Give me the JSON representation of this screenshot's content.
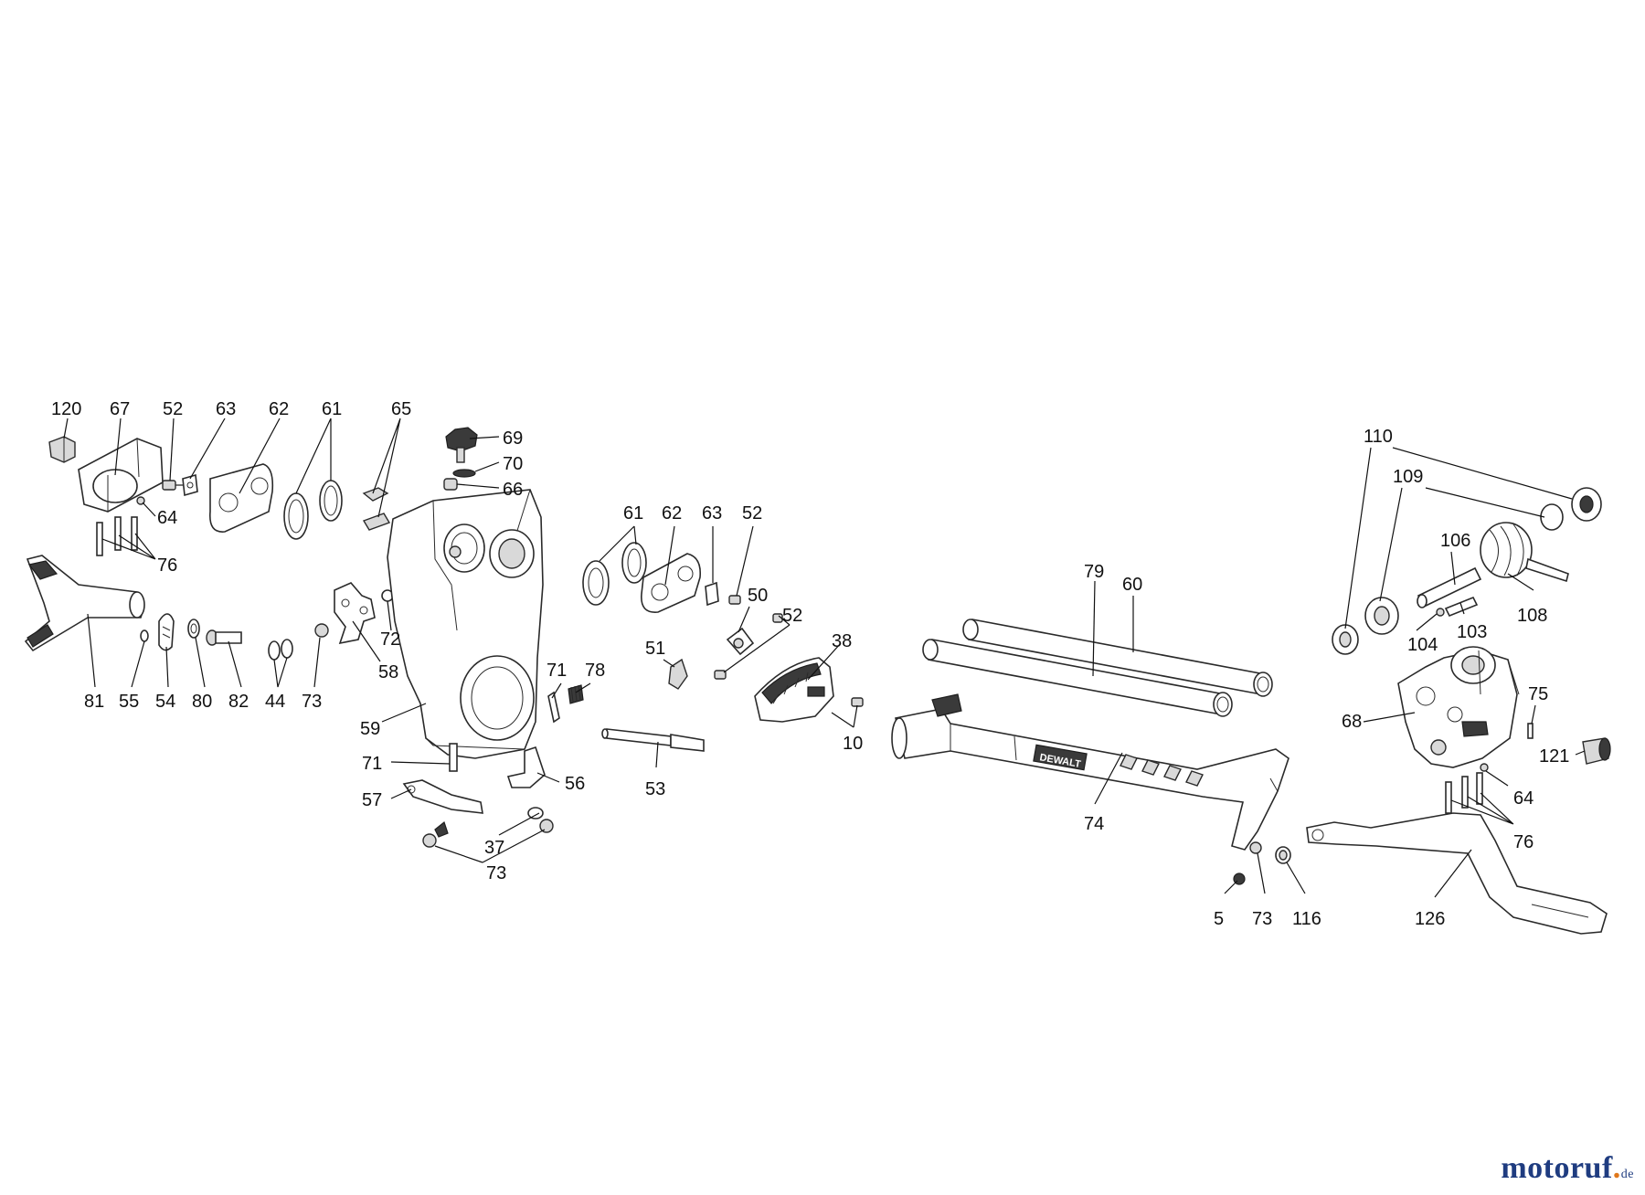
{
  "watermark": {
    "name": "motoruf",
    "dot": ".",
    "tld": "de"
  },
  "brand_on_part": "DEWALT",
  "callouts": {
    "c120": "120",
    "c67": "67",
    "c52a": "52",
    "c63a": "63",
    "c62a": "62",
    "c61a": "61",
    "c65": "65",
    "c69": "69",
    "c70": "70",
    "c66": "66",
    "c64a": "64",
    "c76a": "76",
    "c81": "81",
    "c55": "55",
    "c54": "54",
    "c80": "80",
    "c82": "82",
    "c44": "44",
    "c73a": "73",
    "c58": "58",
    "c72": "72",
    "c59": "59",
    "c71a": "71",
    "c71b": "71",
    "c78": "78",
    "c57": "57",
    "c56": "56",
    "c37": "37",
    "c73b": "73",
    "c53": "53",
    "c61b": "61",
    "c62b": "62",
    "c63b": "63",
    "c52b": "52",
    "c50": "50",
    "c52c": "52",
    "c51": "51",
    "c38": "38",
    "c10": "10",
    "c79": "79",
    "c60": "60",
    "c74": "74",
    "c5": "5",
    "c73c": "73",
    "c116": "116",
    "c110": "110",
    "c109": "109",
    "c106": "106",
    "c108": "108",
    "c104": "104",
    "c103": "103",
    "c68": "68",
    "c75": "75",
    "c121": "121",
    "c64b": "64",
    "c76b": "76",
    "c126": "126"
  }
}
